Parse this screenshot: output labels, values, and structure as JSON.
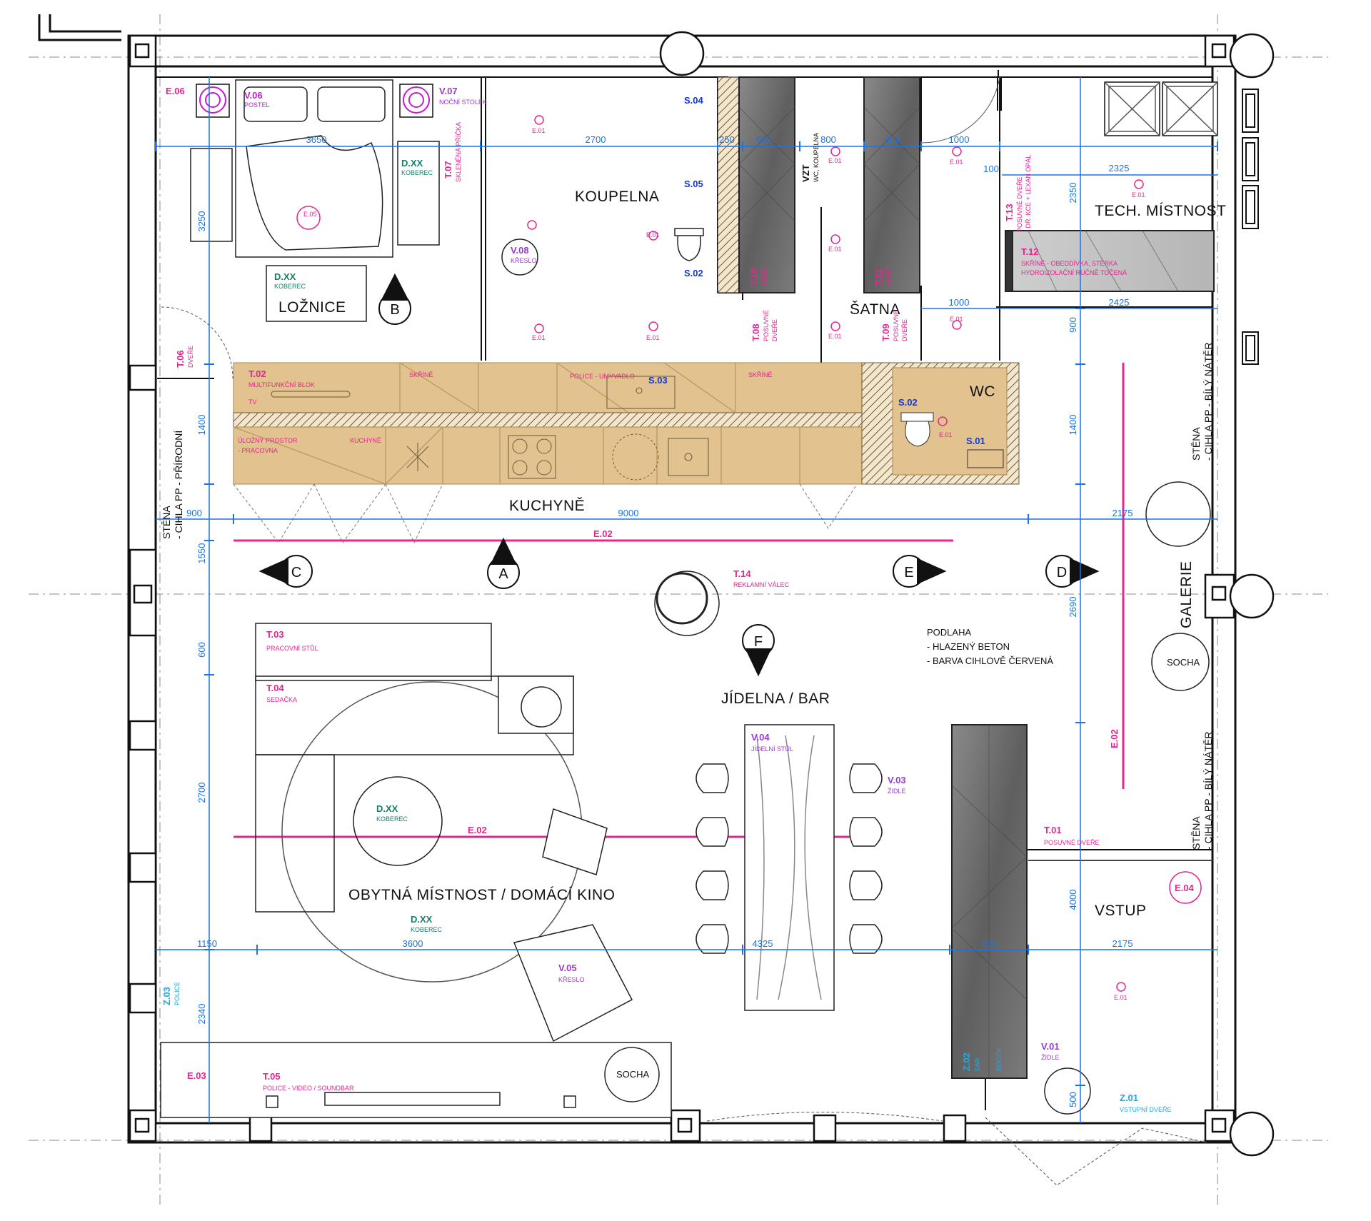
{
  "colors": {
    "wall": "#111111",
    "dimension": "#1a73e8",
    "light": "#e8248f",
    "furniture_tag": "#e8248f",
    "item_tag": "#9b3ad0",
    "sanitary_tag": "#1238d6",
    "carpet_tag": "#13806c",
    "door_tag": "#1aa9e8",
    "wood": "#e2c28f",
    "concrete": "#6d6d6d"
  },
  "rooms": {
    "loznice": "LOŽNICE",
    "koupelna": "KOUPELNA",
    "satna": "ŠATNA",
    "tech": "TECH. MÍSTNOST",
    "wc": "WC",
    "kuchyne": "KUCHYNĚ",
    "jidelna": "JÍDELNA / BAR",
    "obytna": "OBYTNÁ MÍSTNOST / DOMÁCÍ KINO",
    "vstup": "VSTUP",
    "galerie": "GALERIE"
  },
  "walls": {
    "left_line1": "STĚNA",
    "left_line2": "- CIHLA PP - PŘÍRODNÍ",
    "right_line1": "STĚNA",
    "right_line2": "- CIHLA PP - BÍLÝ NÁTĚR"
  },
  "floor": {
    "title": "PODLAHA",
    "line1": "- HLAZENÝ BETON",
    "line2": "- BARVA CIHLOVĚ ČERVENÁ"
  },
  "section_markers": [
    "A",
    "B",
    "C",
    "D",
    "E",
    "F"
  ],
  "tags": {
    "e06": "E.06",
    "v06": "V.06",
    "v06_sub": "POSTEL",
    "v07": "V.07",
    "v07_sub": "NOČNÍ STOLEK",
    "t07": "T.07",
    "t07_sub": "SKLENĚNÁ PŘÍČKA",
    "dxx1": "D.XX",
    "dxx1_sub": "KOBEREC",
    "dxx2": "D.XX",
    "dxx2_sub": "KOBEREC",
    "dxx3": "D.XX",
    "dxx3_sub": "KOBEREC",
    "dxx4": "D.XX",
    "dxx4_sub": "KOBEREC",
    "e05": "E.05",
    "v08": "V.08",
    "v08_sub": "KŘESLO",
    "s04": "S.04",
    "s05": "S.05",
    "s02a": "S.02",
    "s02b": "S.02",
    "s03": "S.03",
    "s01": "S.01",
    "t10": "T.10",
    "t10_sub": "SKŘÍŇ",
    "t11": "T.11",
    "t11_sub": "SKŘÍŇ",
    "t08": "T.08",
    "t08_sub1": "POSUVNÉ",
    "t08_sub2": "DVEŘE",
    "t09": "T.09",
    "t09_sub1": "POSUVNÉ",
    "t09_sub2": "DVEŘE",
    "vzt": "VZT",
    "vzt_sub": "WC, KOUPELNA",
    "t13": "T.13",
    "t13_sub1": "POSUVNÉ DVEŘE",
    "t13_sub2": "- DŘ. KCE + LEXAN OPÁL",
    "t12": "T.12",
    "t12_sub1": "SKŘÍNĚ - OBEDDÍVKA, STĚRKA",
    "t12_sub2": "HYDROIZOLAČNÍ RUČNĚ TOČENÁ",
    "t06": "T.06",
    "t06_sub": "DVEŘE",
    "t02": "T.02",
    "t02_sub": "MULTIFUNKČNÍ BLOK",
    "tv": "TV",
    "skrine1": "SKŘÍNĚ",
    "police_umyvadlo": "POLICE - UMYVADLO",
    "skrine2": "SKŘÍNĚ",
    "ulozny1": "ÚLOŽNÝ PROSTOR",
    "ulozny2": "- PRACOVNA",
    "kuchyne_small": "KUCHYNĚ",
    "e02a": "E.02",
    "e02b": "E.02",
    "e02c": "E.02",
    "t14": "T.14",
    "t14_sub": "REKLAMNÍ VÁLEC",
    "t03": "T.03",
    "t03_sub": "PRACOVNÍ STŮL",
    "t04": "T.04",
    "t04_sub": "SEDAČKA",
    "v04": "V.04",
    "v04_sub": "JÍDELNÍ STŮL",
    "v03": "V.03",
    "v03_sub": "ŽIDLE",
    "v05": "V.05",
    "v05_sub": "KŘESLO",
    "t01": "T.01",
    "t01_sub": "POSUVNÉ DVEŘE",
    "e04": "E.04",
    "socha1": "SOCHA",
    "socha2": "SOCHA",
    "z03": "Z.03",
    "z03_sub": "POLICE",
    "e03": "E.03",
    "t05": "T.05",
    "t05_sub": "POLICE - VIDEO / SOUNDBAR",
    "z02": "Z.02",
    "z02_sub": "BAR",
    "z02_sub2": "BOOTH",
    "v01": "V.01",
    "v01_sub": "ŽIDLE",
    "z01": "Z.01",
    "z01_sub": "VSTUPNÍ DVEŘE",
    "e01": "E.01"
  },
  "dimensions": {
    "d3650": "3650",
    "d2700a": "2700",
    "d250": "250",
    "d650": "650",
    "d800": "800",
    "d600a": "600",
    "d1000a": "1000",
    "d100": "100",
    "d2325": "2325",
    "d3250": "3250",
    "d2350": "2350",
    "d1000b": "1000",
    "d2425": "2425",
    "d900a": "900",
    "d1400a": "1400",
    "d1400b": "1400",
    "d900b": "900",
    "d9000": "9000",
    "d2175a": "2175",
    "d1550": "1550",
    "d600b": "600",
    "d2700b": "2700",
    "d2690": "2690",
    "d4000": "4000",
    "d1150": "1150",
    "d3600": "3600",
    "d4325": "4325",
    "d825": "825",
    "d2175b": "2175",
    "d2340": "2340",
    "d500": "500"
  }
}
